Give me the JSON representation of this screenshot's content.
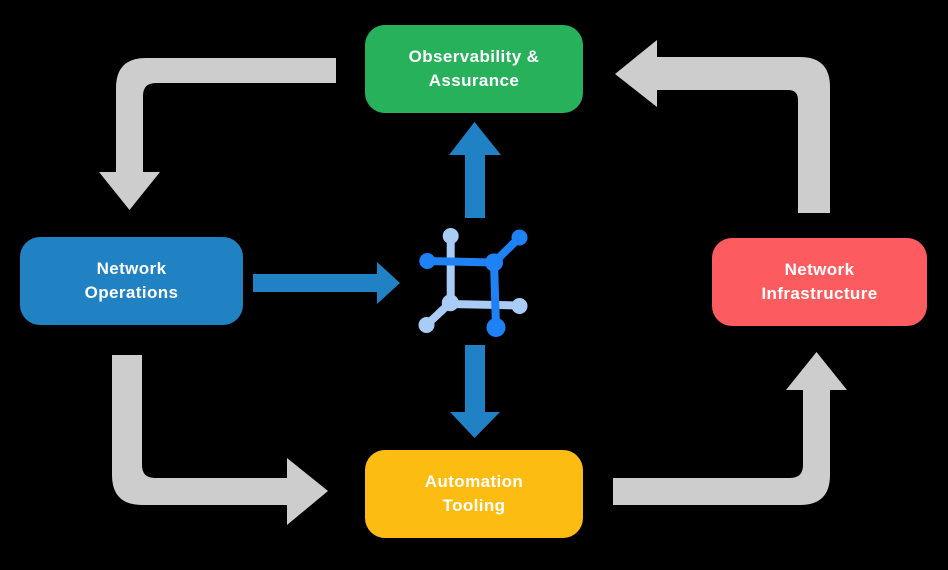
{
  "colors": {
    "background": "#000000",
    "text": "#ffffff",
    "cycle_arrow_gray": "#cdcdcd",
    "flow_arrow_blue": "#2081c4",
    "icon_blue_dark": "#1e82f4",
    "icon_blue_light": "#a9ccf6",
    "node_green": "#27b15b",
    "node_blue": "#2081c3",
    "node_red": "#fc5c5f",
    "node_yellow": "#fdbc11"
  },
  "nodes": {
    "observability": {
      "label": "Observability &\nAssurance",
      "color": "#27b15b"
    },
    "operations": {
      "label": "Network\nOperations",
      "color": "#2081c3"
    },
    "infrastructure": {
      "label": "Network\nInfrastructure",
      "color": "#fc5c5f"
    },
    "automation": {
      "label": "Automation\nTooling",
      "color": "#fdbc11"
    }
  },
  "center_icon": "network-nodes-icon",
  "flow": {
    "cycle_arrows": [
      {
        "from": "observability-assurance",
        "to": "network-operations"
      },
      {
        "from": "network-operations",
        "to": "automation-tooling"
      },
      {
        "from": "automation-tooling",
        "to": "network-infrastructure"
      },
      {
        "from": "network-infrastructure",
        "to": "observability-assurance"
      }
    ],
    "flow_arrows": [
      {
        "from": "network-operations",
        "to": "center-icon"
      },
      {
        "from": "center-icon",
        "to": "observability-assurance"
      },
      {
        "from": "center-icon",
        "to": "automation-tooling"
      }
    ]
  }
}
